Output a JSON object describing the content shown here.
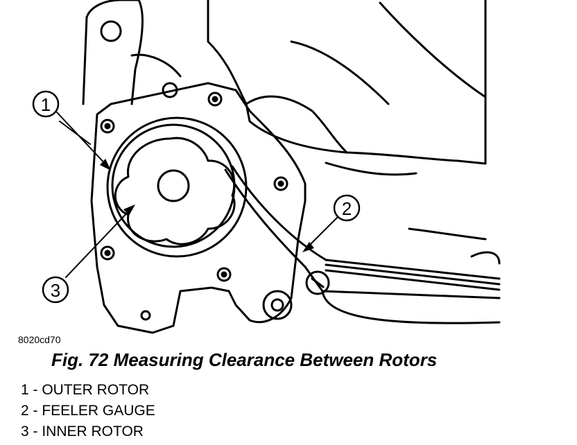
{
  "figure": {
    "image_id": "8020cd70",
    "caption": "Fig. 72 Measuring Clearance Between Rotors",
    "callouts": [
      {
        "number": "1",
        "part": "OUTER ROTOR"
      },
      {
        "number": "2",
        "part": "FEELER GAUGE"
      },
      {
        "number": "3",
        "part": "INNER ROTOR"
      }
    ]
  },
  "legend": {
    "items": [
      {
        "text": "1 - OUTER ROTOR"
      },
      {
        "text": "2 - FEELER GAUGE"
      },
      {
        "text": "3 - INNER ROTOR"
      }
    ]
  }
}
